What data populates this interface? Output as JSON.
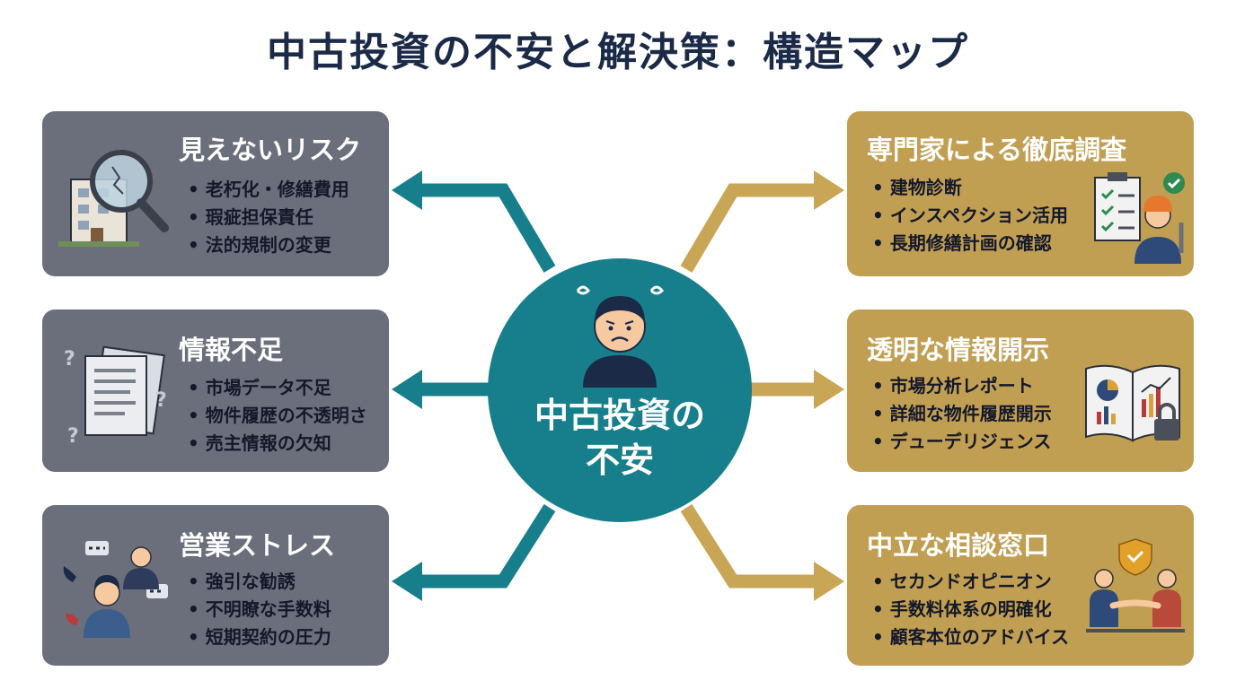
{
  "title": "中古投資の不安と解決策：構造マップ",
  "center": {
    "label_line1": "中古投資の",
    "label_line2": "不安"
  },
  "problems": [
    {
      "title": "見えないリスク",
      "icon": "cracked-building-magnifier-icon",
      "items": [
        "老朽化・修繕費用",
        "瑕疵担保責任",
        "法的規制の変更"
      ]
    },
    {
      "title": "情報不足",
      "icon": "documents-question-icon",
      "items": [
        "市場データ不足",
        "物件履歴の不透明さ",
        "売主情報の欠知"
      ]
    },
    {
      "title": "営業ストレス",
      "icon": "sales-pressure-icon",
      "items": [
        "強引な勧誘",
        "不明瞭な手数料",
        "短期契約の圧力"
      ]
    }
  ],
  "solutions": [
    {
      "title": "専門家による徹底調査",
      "icon": "inspector-checklist-icon",
      "items": [
        "建物診断",
        "インスペクション活用",
        "長期修繕計画の確認"
      ]
    },
    {
      "title": "透明な情報開示",
      "icon": "report-book-lock-icon",
      "items": [
        "市場分析レポート",
        "詳細な物件履歴開示",
        "デューデリジェンス"
      ]
    },
    {
      "title": "中立な相談窓口",
      "icon": "handshake-shield-icon",
      "items": [
        "セカンドオピニオン",
        "手数料体系の明確化",
        "顧客本位のアドバイス"
      ]
    }
  ],
  "colors": {
    "problem_card": "#6b6f7c",
    "solution_card": "#c19f52",
    "center": "#177f8c",
    "left_arrow": "#177f8c",
    "right_arrow": "#c9a655",
    "title": "#1b2a47"
  }
}
